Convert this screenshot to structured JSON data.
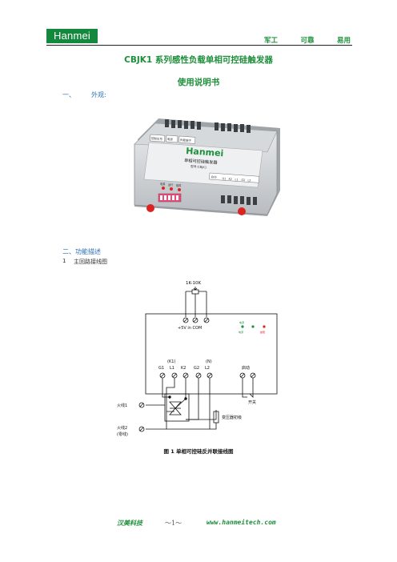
{
  "header": {
    "logo_text": "Hanmei",
    "slogan": [
      "军工",
      "可靠",
      "易用"
    ],
    "accent_color": "#1d8f3a"
  },
  "document": {
    "title": "CBJK1 系列感性负载单相可控硅触发器",
    "subtitle": "使用说明书",
    "section1": {
      "number": "一、",
      "label": "外观:"
    },
    "section2": {
      "label": "二、功能描述"
    },
    "subsection1": {
      "number": "1",
      "label": "主回路接线图"
    }
  },
  "product_photo": {
    "brand": "Hanmei",
    "name": "单相可控硅触发器",
    "model": "型号:CBJK1",
    "left_labels": [
      "控制信号",
      "电源",
      "负载端子"
    ],
    "leds": [
      "电源",
      "运行",
      "故障"
    ],
    "right_labels": [
      "启动",
      "G1",
      "K2",
      "L1",
      "G2",
      "L2"
    ]
  },
  "diagram": {
    "pot_label": "1K-10K",
    "top_terminals": "+5V  in  COM",
    "leds": [
      "电源",
      "电源",
      "故障"
    ],
    "bracket_labels": [
      "(K1)",
      "(N)"
    ],
    "bottom_terminals": [
      "G1",
      "L1",
      "K2",
      "G2",
      "L2"
    ],
    "start_label": "启动",
    "switch_label": "开关",
    "live1": "火线1",
    "live2": "火线2",
    "neutral": "(零线)",
    "load_label": "变压器初级"
  },
  "caption": "图 1  单相可控硅反并联接线图",
  "footer": {
    "company": "汉美科技",
    "page": "～1～",
    "website": "www.hanmeitech.com"
  }
}
